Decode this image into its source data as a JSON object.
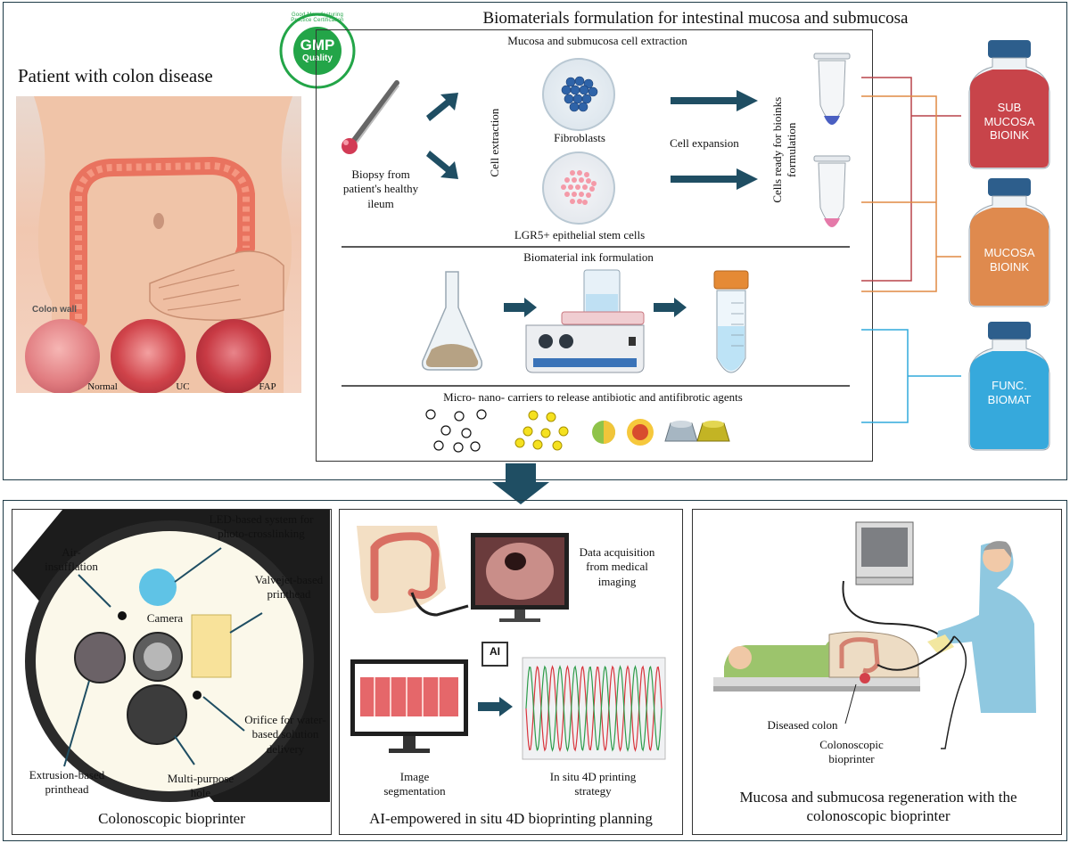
{
  "top": {
    "left_title": "Patient with colon disease",
    "colon_wall_label": "Colon wall",
    "colon_types": [
      "Normal",
      "UC",
      "FAP"
    ],
    "gmp": {
      "big": "GMP",
      "small": "Quality",
      "ring": "Good Manufacturing Practice Certification"
    },
    "main_title": "Biomaterials formulation for intestinal mucosa and submucosa",
    "cell_extraction_title": "Mucosa and submucosa cell extraction",
    "biopsy_label": "Biopsy from patient's healthy ileum",
    "cell_extraction_rot": "Cell extraction",
    "fibroblasts": "Fibroblasts",
    "cell_expansion": "Cell expansion",
    "lgr5": "LGR5+ epithelial stem cells",
    "cells_ready": "Cells ready for bioinks formulation",
    "ink_title": "Biomaterial ink formulation",
    "carriers_title": "Micro- nano- carriers to release antibiotic and antifibrotic agents",
    "bottles": [
      "SUB MUCOSA BIOINK",
      "MUCOSA BIOINK",
      "FUNC. BIOMAT"
    ]
  },
  "panel1": {
    "title": "Colonoscopic bioprinter",
    "led": "LED-based system for photo-crosslinking",
    "air": "Air- insufflation",
    "camera": "Camera",
    "valvejet": "Valvejet-based printhead",
    "orifice": "Orifice for water-based solution delivery",
    "extrusion": "Extrusion-based printhead",
    "multipurpose": "Multi-purpose hole"
  },
  "panel2": {
    "title": "AI-empowered in situ 4D bioprinting planning",
    "data_acq": "Data acquisition from medical imaging",
    "ai": "AI",
    "segmentation": "Image segmentation",
    "strategy": "In situ 4D printing strategy"
  },
  "panel3": {
    "title": "Mucosa and submucosa regeneration with the colonoscopic bioprinter",
    "diseased": "Diseased colon",
    "colonoscopic": "Colonoscopic bioprinter"
  },
  "colors": {
    "frame": "#1d3a46",
    "arrow": "#1f4e63",
    "bottle_red": "#c8444a",
    "bottle_orange": "#df8a4e",
    "bottle_blue": "#36a9dc",
    "line_red": "#b9434a",
    "line_orange": "#e08a44",
    "line_blue": "#31aadc",
    "gmp_green": "#23a548"
  },
  "icons": [
    "tweezers-icon",
    "petri-dish-icon",
    "tube-icon",
    "flask-icon",
    "stirrer-icon",
    "falcon-tube-icon",
    "bottle-icon",
    "monitor-icon",
    "ai-chip-icon",
    "patient-icon"
  ]
}
